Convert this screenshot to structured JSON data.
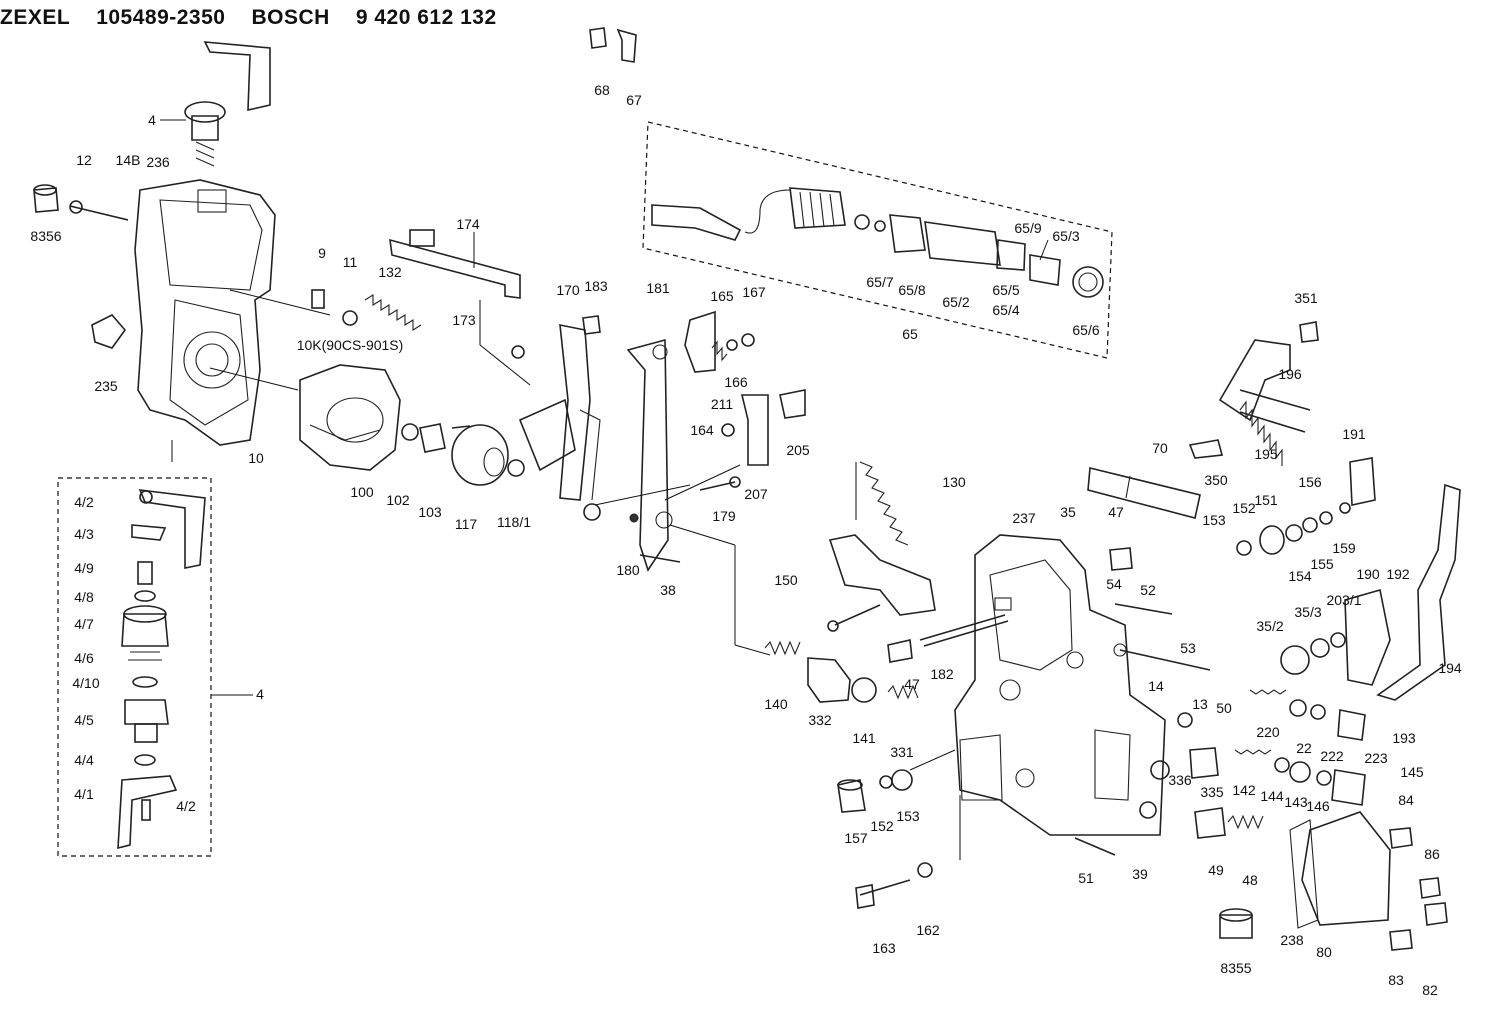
{
  "header": {
    "brand1": "ZEXEL",
    "number1": "105489-2350",
    "brand2": "BOSCH",
    "number2": "9 420 612 132"
  },
  "labels": {
    "p4": "4",
    "p12": "12",
    "p14b": "14B",
    "p236": "236",
    "p8356": "8356",
    "p9": "9",
    "p11": "11",
    "p132": "132",
    "p174": "174",
    "p173": "173",
    "p10k": "10K(90CS-901S)",
    "p235": "235",
    "p10": "10",
    "p100": "100",
    "p102": "102",
    "p103": "103",
    "p117": "117",
    "p118_1": "118/1",
    "p68": "68",
    "p67": "67",
    "p170": "170",
    "p183": "183",
    "p181": "181",
    "p165": "165",
    "p167": "167",
    "p166": "166",
    "p211": "211",
    "p164": "164",
    "p205": "205",
    "p207": "207",
    "p179": "179",
    "p180": "180",
    "p38": "38",
    "p65_9": "65/9",
    "p65_3": "65/3",
    "p65_7": "65/7",
    "p65_8": "65/8",
    "p65_2": "65/2",
    "p65_5": "65/5",
    "p65_4": "65/4",
    "p65_6": "65/6",
    "p65": "65",
    "p351": "351",
    "p196": "196",
    "p195": "195",
    "p350": "350",
    "p191": "191",
    "p70": "70",
    "p130": "130",
    "p150": "150",
    "p237": "237",
    "p35": "35",
    "p47a": "47",
    "p54": "54",
    "p52": "52",
    "p153a": "153",
    "p152a": "152",
    "p151": "151",
    "p156": "156",
    "p154": "154",
    "p155": "155",
    "p159": "159",
    "p190": "190",
    "p192": "192",
    "p203_1": "203/1",
    "p35_3": "35/3",
    "p35_2": "35/2",
    "p194": "194",
    "p53": "53",
    "p14": "14",
    "p182": "182",
    "p47b": "47",
    "p140": "140",
    "p332": "332",
    "p141": "141",
    "p331": "331",
    "p220": "220",
    "p22": "22",
    "p222": "222",
    "p223": "223",
    "p193": "193",
    "p13": "13",
    "p50": "50",
    "p336": "336",
    "p335": "335",
    "p142": "142",
    "p144": "144",
    "p143": "143",
    "p146": "146",
    "p145": "145",
    "p157": "157",
    "p152b": "152",
    "p153b": "153",
    "p51": "51",
    "p39": "39",
    "p49": "49",
    "p48": "48",
    "p84": "84",
    "p86": "86",
    "p163": "163",
    "p162": "162",
    "p8355": "8355",
    "p238": "238",
    "p80": "80",
    "p83": "83",
    "p82": "82",
    "p4_2a": "4/2",
    "p4_3": "4/3",
    "p4_9": "4/9",
    "p4_8": "4/8",
    "p4_7": "4/7",
    "p4_6": "4/6",
    "p4_10": "4/10",
    "p4_5": "4/5",
    "p4_4": "4/4",
    "p4_1": "4/1",
    "p4_2b": "4/2",
    "p4_group": "4"
  }
}
